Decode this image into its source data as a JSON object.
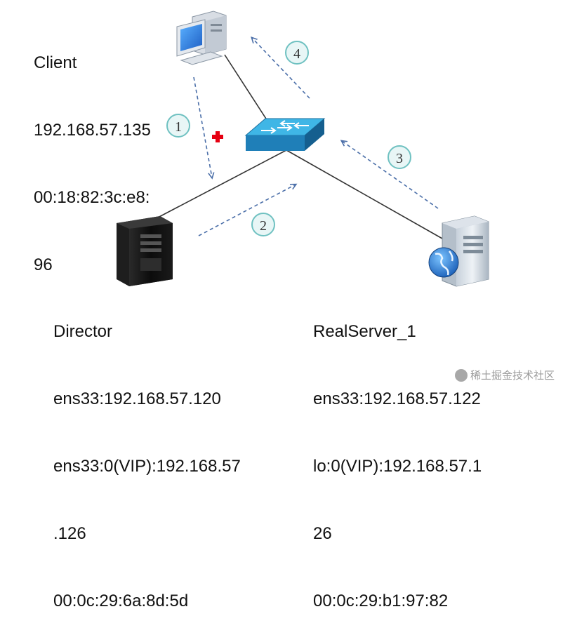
{
  "nodes": {
    "client": {
      "name": "Client",
      "ip": "192.168.57.135",
      "mac_line1": "00:18:82:3c:e8:",
      "mac_line2": "96"
    },
    "director": {
      "name": "Director",
      "line1": "ens33:192.168.57.120",
      "line2": "ens33:0(VIP):192.168.57",
      "line3": ".126",
      "line4": "00:0c:29:6a:8d:5d"
    },
    "realserver": {
      "name": "RealServer_1",
      "line1": "ens33:192.168.57.122",
      "line2": "lo:0(VIP):192.168.57.1",
      "line3": "26",
      "line4": "00:0c:29:b1:97:82"
    }
  },
  "steps": [
    "1",
    "2",
    "3",
    "4"
  ],
  "watermark": "稀土掘金技术社区",
  "colors": {
    "link": "#333333",
    "arrow": "#4a6ea8",
    "step_circle_fill": "#e8f6f6",
    "step_circle_stroke": "#6fc1c1",
    "switch_top": "#3fb6e6",
    "switch_front": "#1f7fb8",
    "switch_side": "#155f8f",
    "red_cross": "#e60012"
  },
  "icons": {
    "client": "desktop-computer-icon",
    "switch": "network-switch-icon",
    "director": "server-tower-icon",
    "realserver": "web-server-icon",
    "mark": "red-cross-icon"
  }
}
